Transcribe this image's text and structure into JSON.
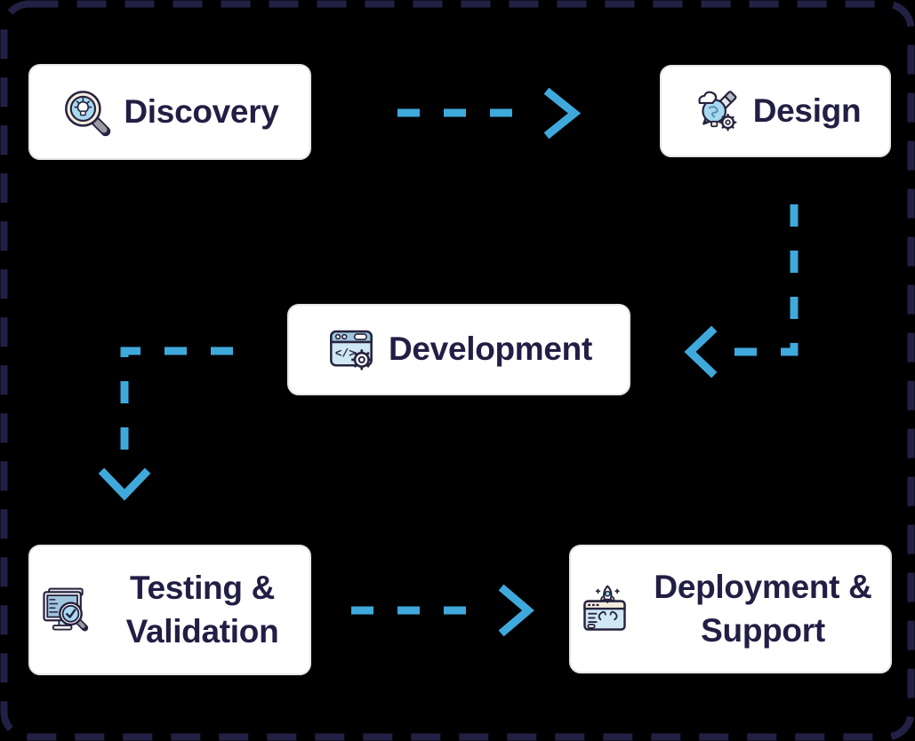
{
  "diagram": {
    "nodes": [
      {
        "id": "discovery",
        "label": "Discovery",
        "icon": "magnifier-lightbulb-icon"
      },
      {
        "id": "design",
        "label": "Design",
        "icon": "pencil-lightbulb-gear-icon"
      },
      {
        "id": "development",
        "label": "Development",
        "icon": "browser-code-gear-icon"
      },
      {
        "id": "testing",
        "label": "Testing & Validation",
        "icon": "monitor-magnifier-check-icon"
      },
      {
        "id": "deployment",
        "label": "Deployment & Support",
        "icon": "browser-rocket-icon"
      }
    ],
    "edges": [
      {
        "from": "discovery",
        "to": "design",
        "style": "dashed",
        "direction": "right"
      },
      {
        "from": "design",
        "to": "development",
        "style": "dashed",
        "direction": "down-then-left"
      },
      {
        "from": "development",
        "to": "testing",
        "style": "dashed",
        "direction": "left-then-down"
      },
      {
        "from": "testing",
        "to": "deployment",
        "style": "dashed",
        "direction": "right"
      }
    ]
  },
  "icons": {
    "dev_code_glyph": "</>"
  },
  "colors": {
    "arrow": "#3fa9dc",
    "border-dash": "#232045",
    "node-bg": "#ffffff",
    "node-text": "#221e44",
    "background": "#000000"
  }
}
